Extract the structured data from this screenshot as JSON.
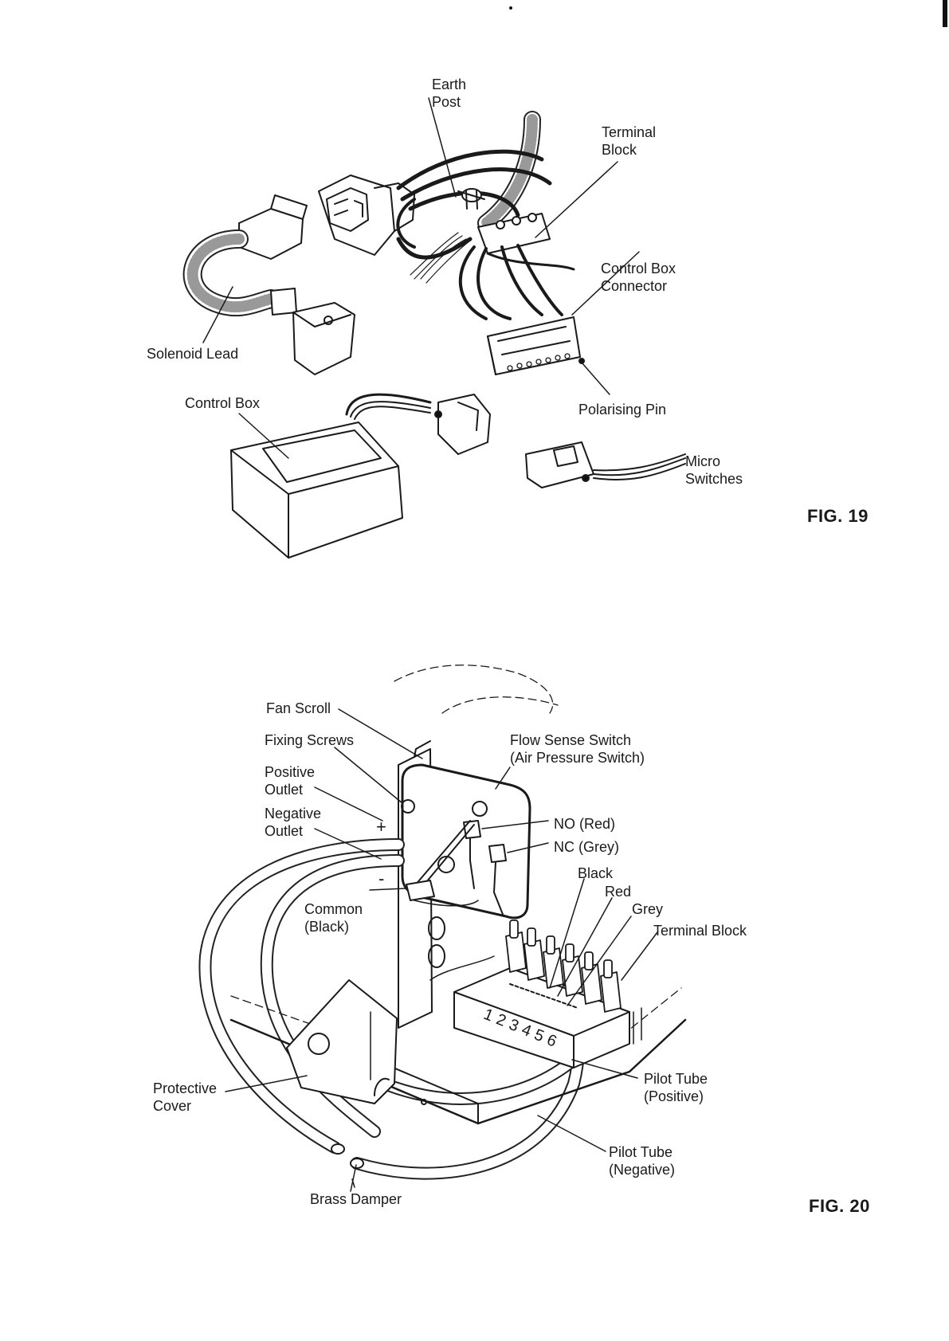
{
  "fig19": {
    "caption": "FIG. 19",
    "labels": {
      "earth_post": [
        "Earth",
        "Post"
      ],
      "terminal_block": [
        "Terminal",
        "Block"
      ],
      "control_box_connector": [
        "Control Box",
        "Connector"
      ],
      "solenoid_lead": "Solenoid Lead",
      "control_box": "Control Box",
      "polarising_pin": "Polarising Pin",
      "micro_switches": [
        "Micro",
        "Switches"
      ]
    }
  },
  "fig20": {
    "caption": "FIG. 20",
    "labels": {
      "fan_scroll": "Fan Scroll",
      "fixing_screws": "Fixing Screws",
      "positive_outlet": [
        "Positive",
        "Outlet"
      ],
      "negative_outlet": [
        "Negative",
        "Outlet"
      ],
      "flow_sense_switch": [
        "Flow Sense Switch",
        "(Air Pressure Switch)"
      ],
      "no_red": "NO (Red)",
      "nc_grey": "NC (Grey)",
      "black": "Black",
      "red": "Red",
      "grey": "Grey",
      "terminal_block": "Terminal Block",
      "common_black": [
        "Common",
        "(Black)"
      ],
      "protective_cover": [
        "Protective",
        "Cover"
      ],
      "pilot_tube_positive": [
        "Pilot Tube",
        "(Positive)"
      ],
      "pilot_tube_negative": [
        "Pilot Tube",
        "(Negative)"
      ],
      "brass_damper": "Brass Damper",
      "plus_sign": "+",
      "minus_sign": "-",
      "terminal_numbers": "123456"
    }
  }
}
